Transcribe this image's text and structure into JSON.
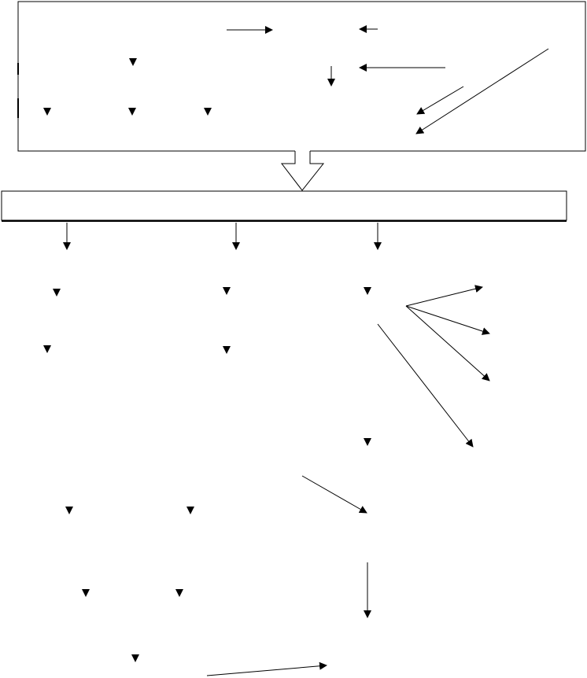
{
  "diagram": {
    "stroke_color": "#000000",
    "background_color": "#ffffff",
    "arrowhead_glyph": "▼",
    "containers": [
      {
        "name": "upper-frame"
      },
      {
        "name": "lower-bar"
      }
    ],
    "block_arrow": {
      "name": "transition-block-arrow",
      "direction": "down"
    },
    "connectors": [
      {
        "name": "arrow-top-right"
      },
      {
        "name": "arrow-top-left-short"
      },
      {
        "name": "arrow-top-mid-down"
      },
      {
        "name": "arrow-top-long-left"
      },
      {
        "name": "arrow-diag-upper"
      },
      {
        "name": "arrow-diag-long"
      },
      {
        "name": "arrow-column-1-down"
      },
      {
        "name": "arrow-column-2-down"
      },
      {
        "name": "arrow-column-3-down"
      },
      {
        "name": "arrow-fan-1"
      },
      {
        "name": "arrow-fan-2"
      },
      {
        "name": "arrow-fan-3"
      },
      {
        "name": "arrow-long-diag"
      },
      {
        "name": "arrow-converge"
      },
      {
        "name": "arrow-vertical-lower"
      },
      {
        "name": "arrow-bottom"
      }
    ],
    "standalone_markers": [
      {
        "name": "marker-top-1"
      },
      {
        "name": "marker-row3-1"
      },
      {
        "name": "marker-row3-2"
      },
      {
        "name": "marker-row3-3"
      },
      {
        "name": "marker-col1-1"
      },
      {
        "name": "marker-col2-1"
      },
      {
        "name": "marker-col3-1"
      },
      {
        "name": "marker-col1-2"
      },
      {
        "name": "marker-col2-2"
      },
      {
        "name": "marker-col3-2"
      },
      {
        "name": "marker-low-1"
      },
      {
        "name": "marker-low-2"
      },
      {
        "name": "marker-low-3"
      },
      {
        "name": "marker-low-4"
      },
      {
        "name": "marker-bottom-1"
      }
    ]
  }
}
